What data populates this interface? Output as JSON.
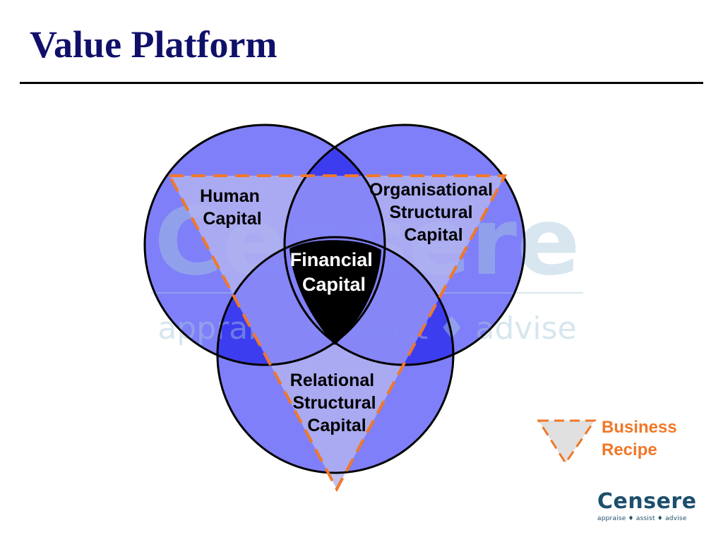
{
  "slide": {
    "title": "Value Platform"
  },
  "diagram": {
    "circle_labels": {
      "human": [
        "Human",
        "Capital"
      ],
      "organisational": [
        "Organisational",
        "Structural",
        "Capital"
      ],
      "relational": [
        "Relational",
        "Structural",
        "Capital"
      ]
    },
    "center_label": [
      "Financial",
      "Capital"
    ]
  },
  "legend": {
    "label_lines": [
      "Business",
      "Recipe"
    ]
  },
  "logo": {
    "name": "Censere",
    "tagline": "appraise ♦ assist ♦ advise"
  },
  "watermark": {
    "name": "Censere",
    "tagline": "appraise ♦ assist ♦ advise"
  },
  "colors": {
    "title": "#10106a",
    "circle_fill": "#7f7ff9",
    "pair_overlap": "#3d3df0",
    "triangle_fill": "#b3b3f0",
    "triangle_stroke": "#f07828",
    "center_fill": "#000000",
    "legend_text": "#f07828",
    "logo_name": "#1d4f6c",
    "watermark": "#a8c8dc"
  }
}
